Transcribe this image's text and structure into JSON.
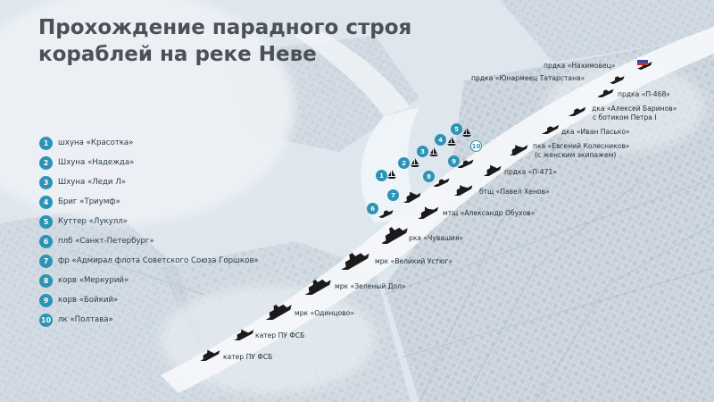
{
  "title": {
    "line1": "Прохождение парадного строя",
    "line2": "кораблей на реке Неве"
  },
  "colors": {
    "badge": "#2c93b5",
    "ship": "#1a1a1a",
    "text": "#1f2b36",
    "title": "#4b5157"
  },
  "legend": [
    {
      "num": "1",
      "label": "шхуна «Красотка»"
    },
    {
      "num": "2",
      "label": "Шхуна «Надежда»"
    },
    {
      "num": "3",
      "label": "Шхуна «Леди Л»"
    },
    {
      "num": "4",
      "label": "Бриг «Триумф»"
    },
    {
      "num": "5",
      "label": "Куттер «Лукулл»"
    },
    {
      "num": "6",
      "label": "плб «Санкт-Петербург»"
    },
    {
      "num": "7",
      "label": "фр «Адмирал флота Советского Союза Горшков»"
    },
    {
      "num": "8",
      "label": "корв «Меркурий»"
    },
    {
      "num": "9",
      "label": "корв «Бойкий»"
    },
    {
      "num": "10",
      "label": "лк «Полтава»"
    }
  ],
  "ship_labels": [
    {
      "text": "прдка «Нахимовец»"
    },
    {
      "text": "прдка «Юнармеец Татарстана»"
    },
    {
      "text": "прдка «П-468»"
    },
    {
      "text": "дка «Алексей Баринов»"
    },
    {
      "text": "с ботиком Петра I"
    },
    {
      "text": "дка «Иван Пасько»"
    },
    {
      "text": "пка «Евгений Колесников»"
    },
    {
      "text": "(с женским экипажем)"
    },
    {
      "text": "прдка «П-471»"
    },
    {
      "text": "бтщ «Павел Хенов»"
    },
    {
      "text": "мтщ «Александр Обухов»"
    },
    {
      "text": "рка «Чувашия»"
    },
    {
      "text": "мрк «Великий Устюг»"
    },
    {
      "text": "мрк «Зеленый Дол»"
    },
    {
      "text": "мрк «Одинцово»"
    },
    {
      "text": "катер ПУ ФСБ"
    },
    {
      "text": "катер ПУ ФСБ"
    }
  ],
  "map_badges": [
    "1",
    "2",
    "3",
    "4",
    "5",
    "6",
    "7",
    "8",
    "9",
    "10"
  ],
  "flag_icon": "russian-flag-icon",
  "ship_icon": "warship-silhouette-icon"
}
